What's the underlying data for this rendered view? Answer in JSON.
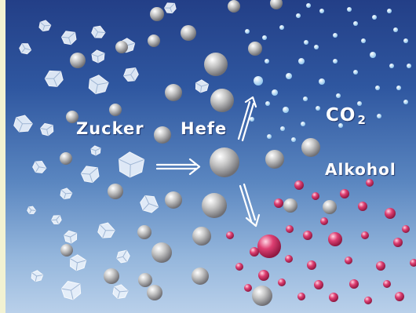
{
  "labels": {
    "sugar": "Zucker",
    "yeast": "Hefe",
    "co2_main": "CO",
    "co2_sub": "2",
    "alcohol": "Alkohol"
  },
  "colors": {
    "sugar_crystal": "#e8f0fa",
    "yeast_ball": "#cfcfcf",
    "co2_bubble": "#cfe6f8",
    "alcohol_ball": "#d63a6a",
    "arrow": "#ffffff"
  }
}
